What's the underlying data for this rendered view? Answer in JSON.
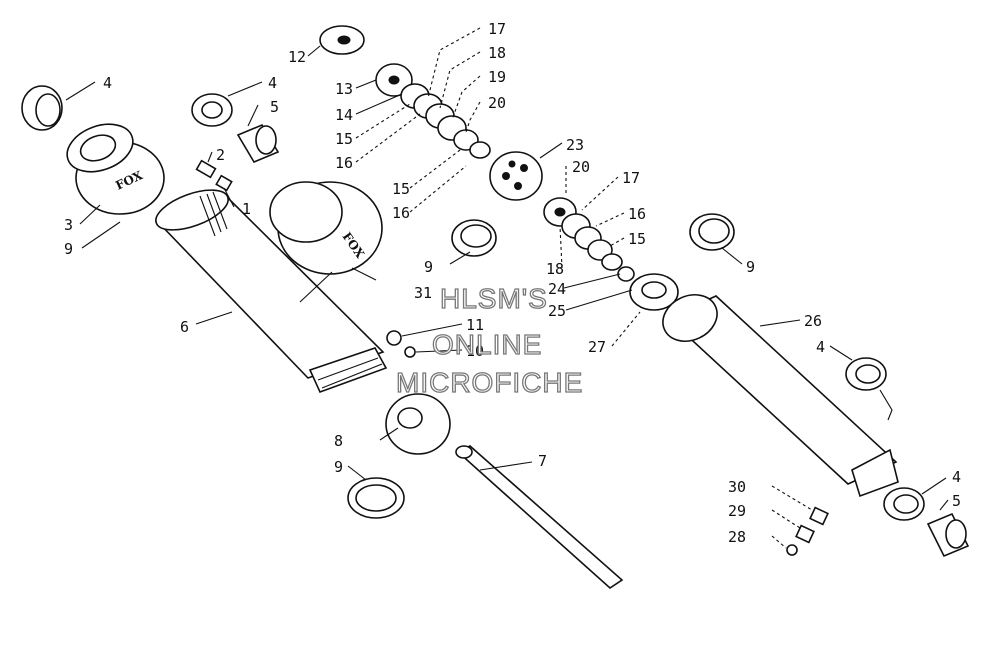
{
  "diagram": {
    "brand_text": "FOX",
    "watermark": [
      "HLSM'S",
      "ONLINE",
      "MICROFICHE"
    ],
    "callouts": [
      "1",
      "2",
      "3",
      "4",
      "4",
      "4",
      "4",
      "5",
      "5",
      "6",
      "7",
      "8",
      "9",
      "9",
      "9",
      "9",
      "10",
      "11",
      "12",
      "13",
      "14",
      "15",
      "15",
      "15",
      "16",
      "16",
      "16",
      "17",
      "17",
      "18",
      "18",
      "19",
      "20",
      "20",
      "23",
      "24",
      "25",
      "26",
      "27",
      "28",
      "29",
      "30",
      "31"
    ]
  }
}
